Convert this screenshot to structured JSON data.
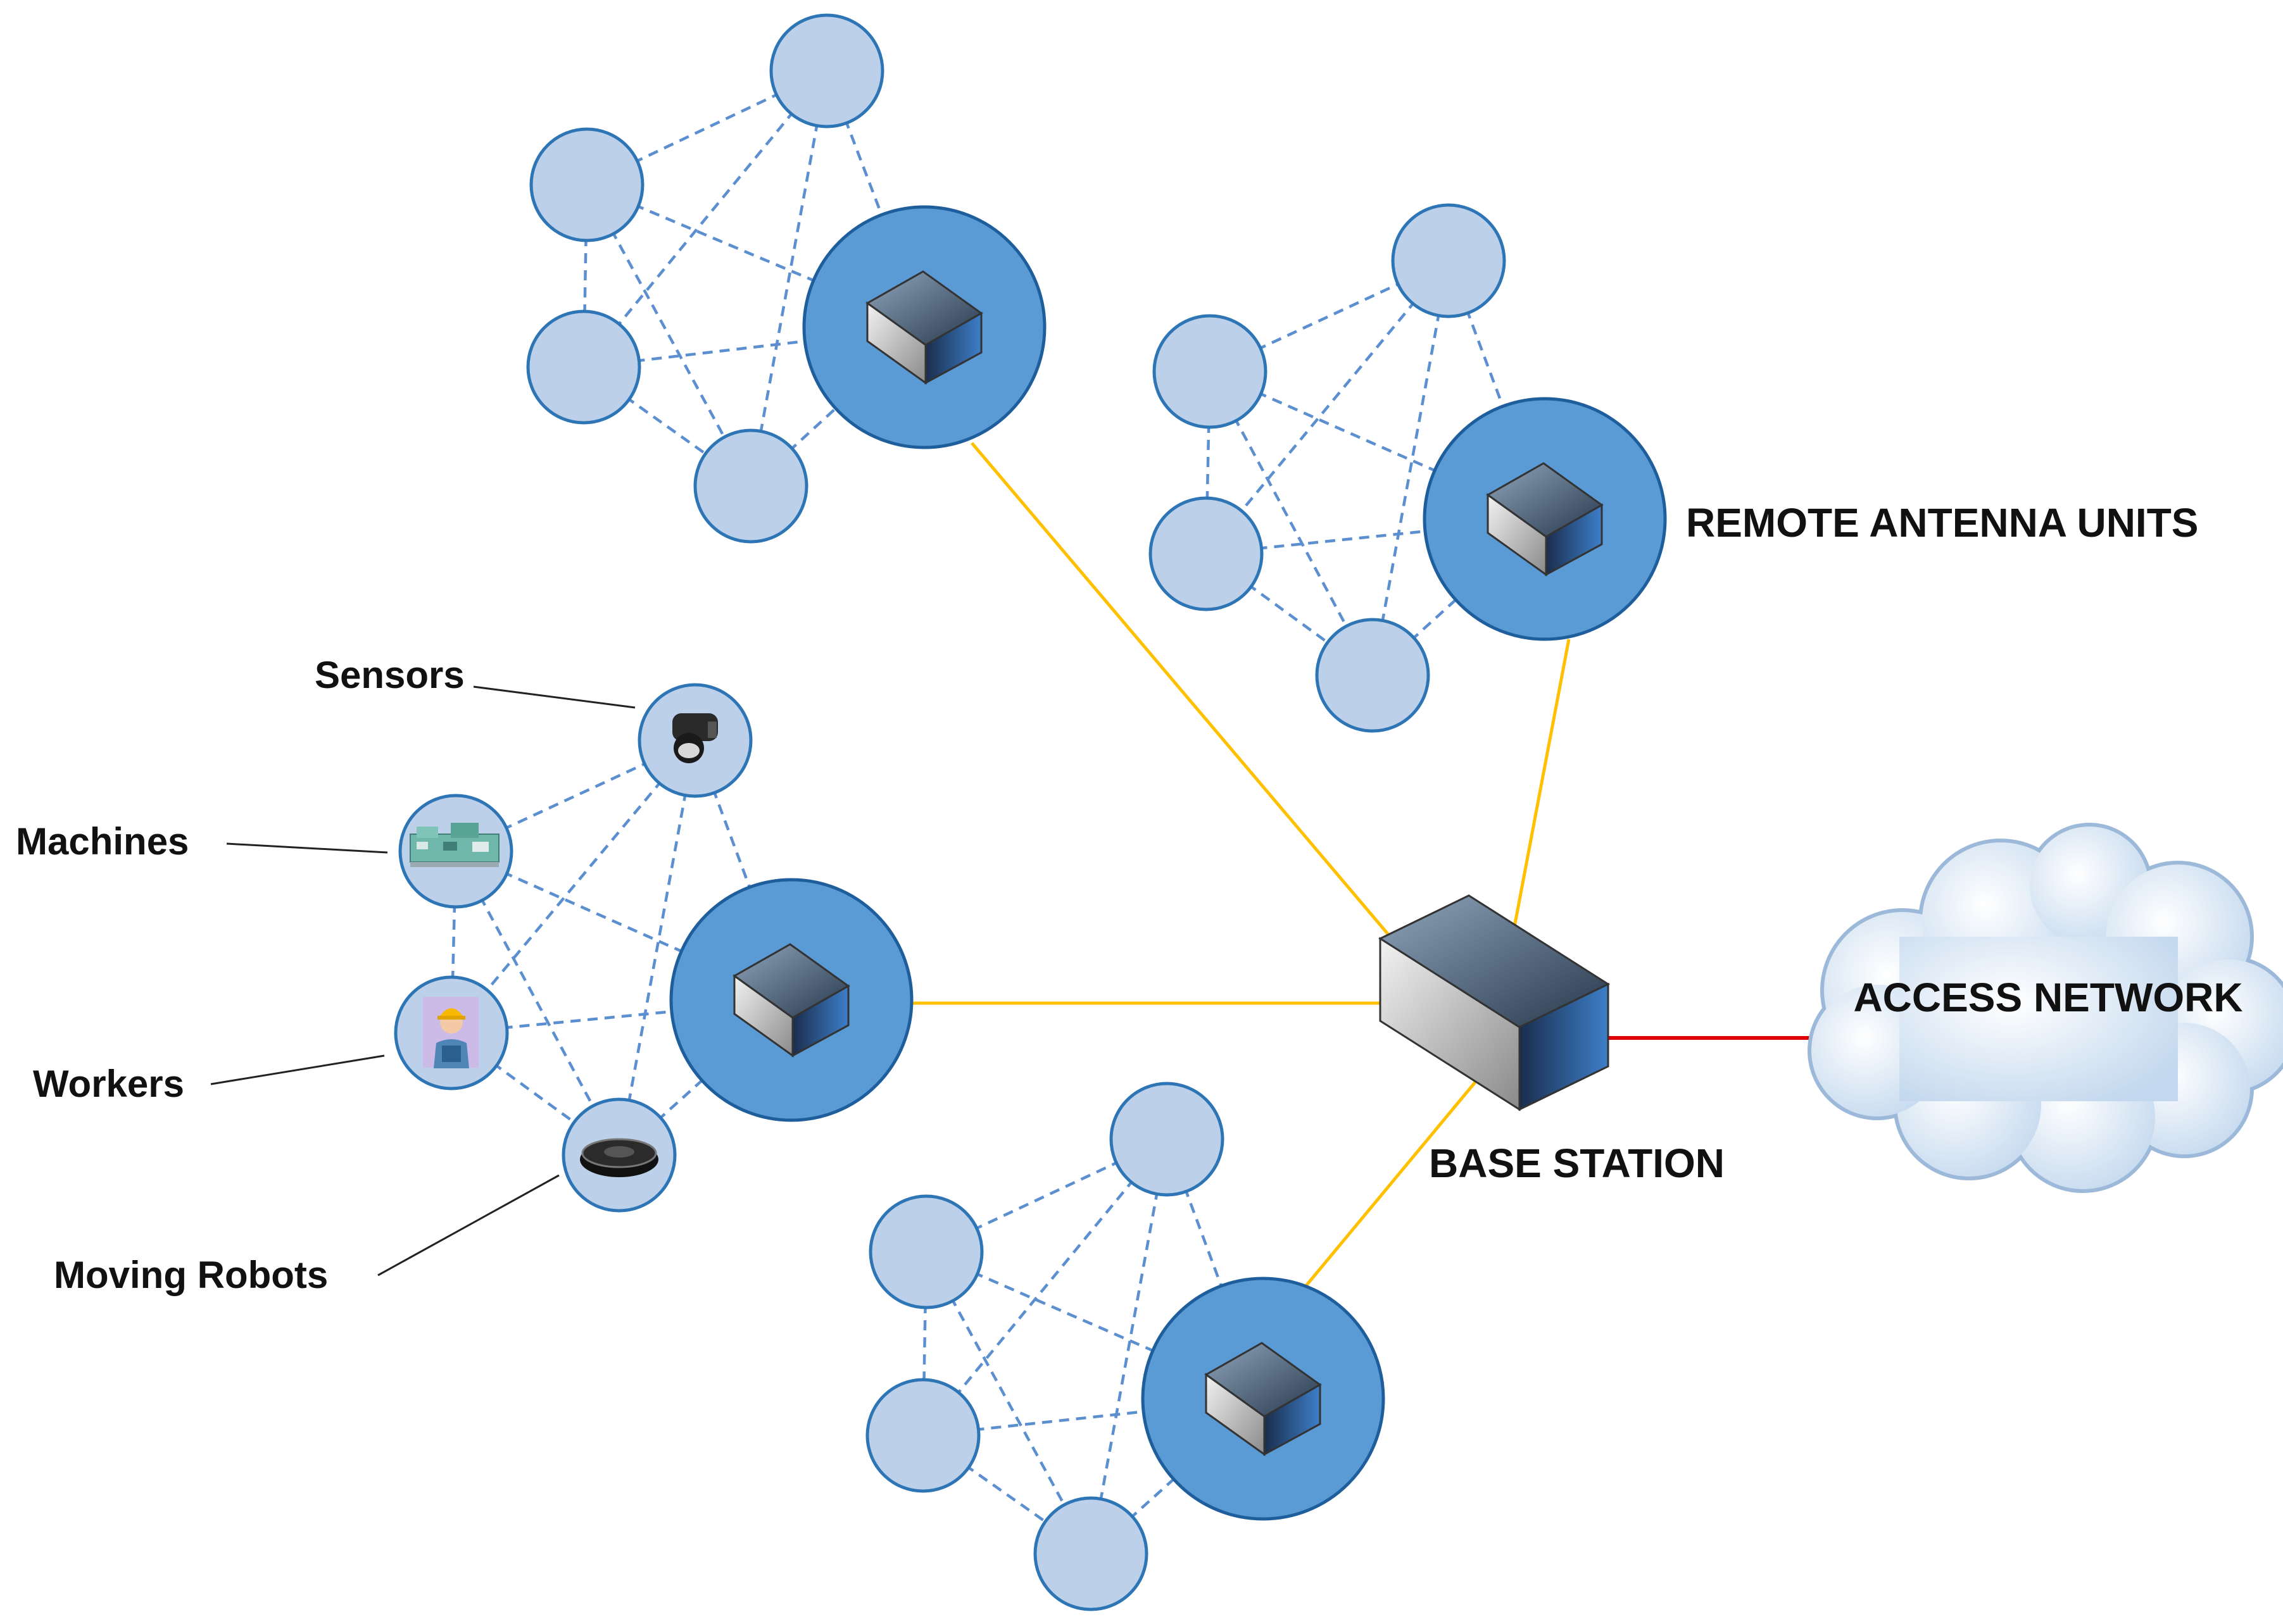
{
  "labels": {
    "remote_antenna_units": "REMOTE ANTENNA UNITS",
    "base_station": "BASE STATION",
    "access_network": "ACCESS NETWORK",
    "sensors": "Sensors",
    "machines": "Machines",
    "workers": "Workers",
    "moving_robots": "Moving Robots"
  },
  "colors": {
    "fronthaul_link": "#ffc000",
    "backhaul_link": "#e00000",
    "device_fill": "#bcd0ea",
    "device_stroke": "#2e75b6",
    "rau_fill": "#5a9ad5",
    "mesh_line": "#5b8fd0"
  },
  "icons": {
    "rau": "server-box-icon",
    "base_station": "base-station-box-icon",
    "cloud": "cloud-icon",
    "sensor": "sensor-icon",
    "machine": "machine-icon",
    "worker": "worker-icon",
    "robot": "robot-vacuum-icon"
  }
}
